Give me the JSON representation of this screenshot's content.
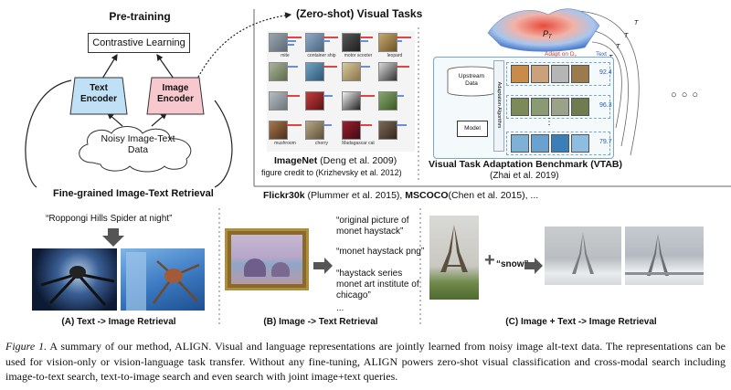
{
  "pretraining": {
    "title": "Pre-training",
    "contrastive": "Contrastive Learning",
    "text_encoder": "Text\nEncoder",
    "image_encoder": "Image\nEncoder",
    "data": "Noisy Image-Text\nData"
  },
  "zero_shot": {
    "title": "(Zero-shot) Visual Tasks",
    "imagenet_name": "ImageNet",
    "imagenet_cite": " (Deng et al. 2009)",
    "imagenet_credit": "figure credit to (Krizhevsky et al. 2012)",
    "imagenet_labels": [
      "mite",
      "container ship",
      "motor scooter",
      "leopard",
      "",
      "",
      "",
      "",
      "",
      "",
      "",
      "",
      "mushroom",
      "cherry",
      "Madagascar cat",
      ""
    ]
  },
  "vtab": {
    "title": "Visual Task Adaptation Benchmark (VTAB)",
    "cite": "(Zhai et al. 2019)",
    "upstream": "Upstream\nData",
    "model": "Model",
    "algo": "Adaptation Algorithm",
    "adapt": "Adapt on D",
    "adapt_sub": "T",
    "text_label": "Text",
    "scores": [
      "92.4",
      "96.3",
      "79.7"
    ],
    "task_labels": [
      "T",
      "T",
      "T",
      "T"
    ],
    "p_label": "P",
    "p_sub": "T",
    "dots_v": "⋮",
    "dots_h": "○ ○ ○"
  },
  "retrieval": {
    "section_title": "Fine-grained Image-Text Retrieval",
    "datasets_a": "Flickr30k",
    "datasets_a_cite": " (Plummer et al. 2015), ",
    "datasets_b": "MSCOCO",
    "datasets_b_cite": "(Chen et al. 2015), ...",
    "a_query": "“Roppongi Hills Spider at night”",
    "a_caption": "(A) Text -> Image Retrieval",
    "b_results": [
      "“original picture of\nmonet haystack”",
      "“monet haystack png”",
      "“haystack series\nmonet art institute of\nchicago”",
      "..."
    ],
    "b_caption": "(B) Image -> Text Retrieval",
    "c_plus": "+",
    "c_query": "“snow”",
    "c_caption": "(C) Image + Text -> Image Retrieval"
  },
  "figure_caption": {
    "label": "Figure 1.",
    "text": " A summary of our method, ALIGN. Visual and language representations are jointly learned from noisy image alt-text data. The representations can be used for vision-only or vision-language task transfer. Without any fine-tuning, ALIGN powers zero-shot visual classification and cross-modal search including image-to-text search, text-to-image search and even search with joint image+text queries."
  }
}
